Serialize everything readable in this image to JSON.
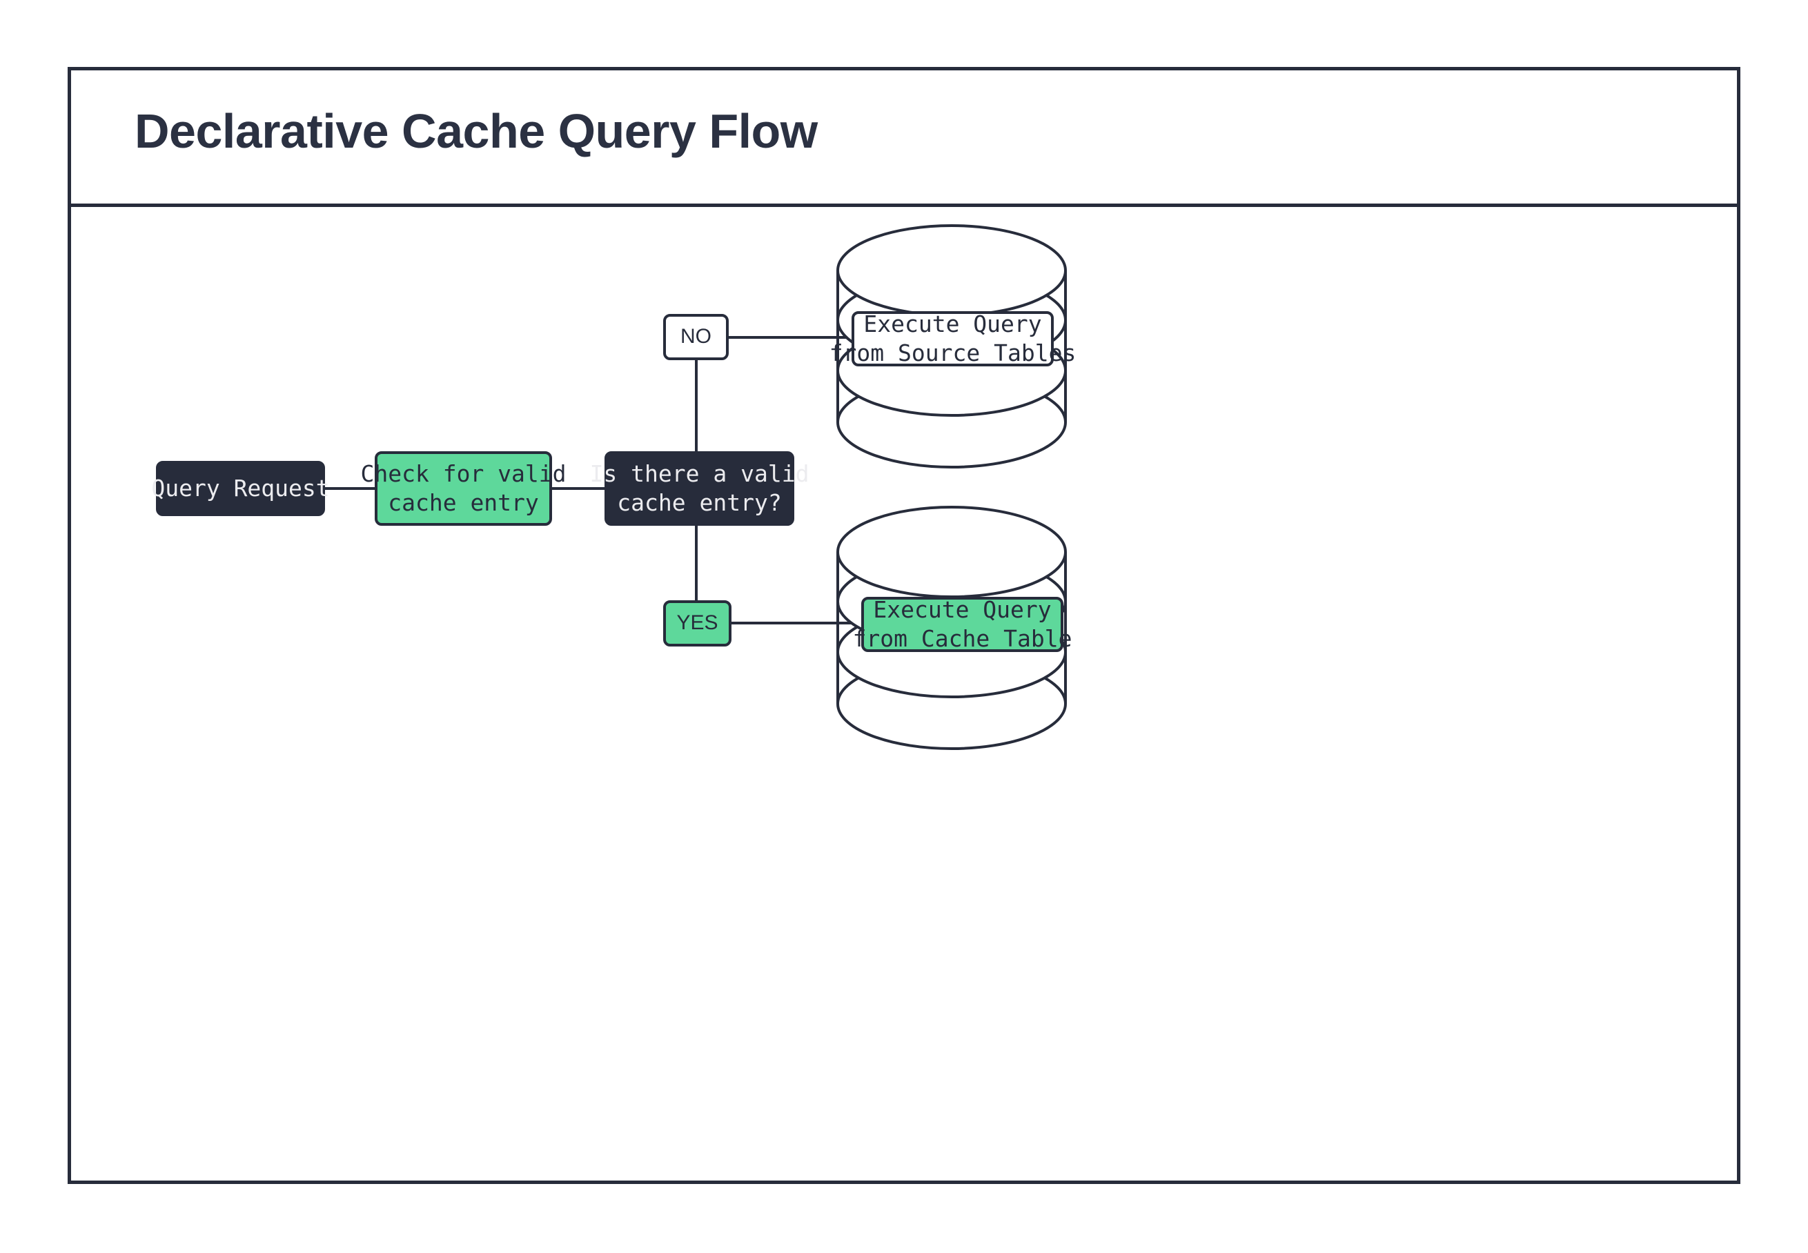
{
  "diagram": {
    "title": "Declarative Cache Query Flow",
    "colors": {
      "dark": "#272c3b",
      "green": "#5ed89b",
      "white": "#ffffff",
      "text_light": "#ececef"
    },
    "nodes": {
      "query_request": "Query Request",
      "check_cache": "Check for valid\ncache entry",
      "decision": "Is there a valid\ncache entry?",
      "branch_no": "NO",
      "branch_yes": "YES",
      "source_tables": "Execute Query\nfrom Source Tables",
      "cache_table": "Execute Query\nfrom Cache Table"
    },
    "edges": [
      {
        "from": "query_request",
        "to": "check_cache",
        "label": ""
      },
      {
        "from": "check_cache",
        "to": "decision",
        "label": ""
      },
      {
        "from": "decision",
        "to": "branch_no",
        "label": "NO"
      },
      {
        "from": "branch_no",
        "to": "source_tables",
        "label": ""
      },
      {
        "from": "decision",
        "to": "branch_yes",
        "label": "YES"
      },
      {
        "from": "branch_yes",
        "to": "cache_table",
        "label": ""
      }
    ],
    "shapes": {
      "source_tables_shape": "database-cylinder",
      "cache_table_shape": "database-cylinder"
    }
  }
}
